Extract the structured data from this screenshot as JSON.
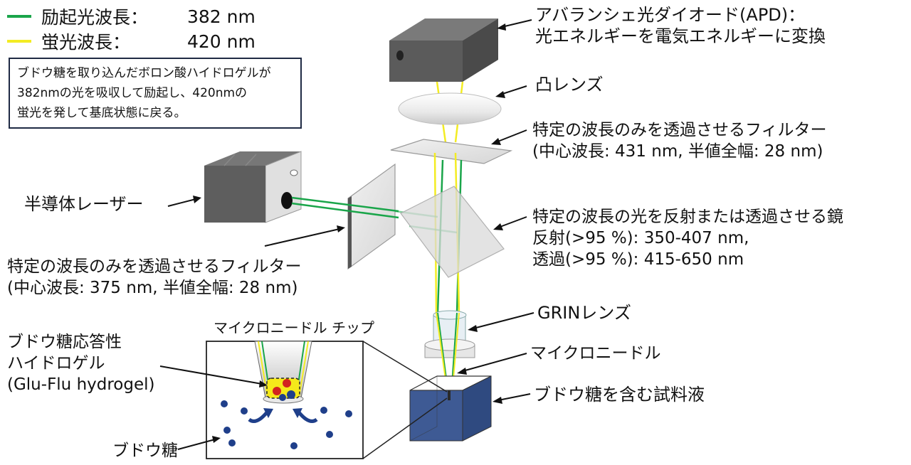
{
  "legend": {
    "excitation": {
      "label": "励起光波長：",
      "value": "382 nm",
      "color": "#1aa54a"
    },
    "fluorescence": {
      "label": "蛍光波長：",
      "value": "420 nm",
      "color": "#f3ec23"
    }
  },
  "note_lines": [
    "ブドウ糖を取り込んだボロン酸ハイドロゲルが",
    "382nmの光を吸収して励起し、420nmの",
    "蛍光を発して基底状態に戻る。"
  ],
  "labels": {
    "apd": [
      "アバランシェ光ダイオード(APD)：",
      "光エネルギーを電気エネルギーに変換"
    ],
    "convex_lens": [
      "凸レンズ"
    ],
    "filter_upper": [
      "特定の波長のみを透過させるフィルター",
      "(中心波長: 431 nm, 半値全幅: 28 nm)"
    ],
    "laser": [
      "半導体レーザー"
    ],
    "dichroic": [
      "特定の波長の光を反射または透過させる鏡",
      " 反射(>95 %): 350-407 nm,",
      " 透過(>95 %): 415-650 nm"
    ],
    "filter_lower": [
      "特定の波長のみを透過させるフィルター",
      "(中心波長: 375 nm, 半値全幅: 28 nm)"
    ],
    "grin": [
      "GRINレンズ"
    ],
    "microneedle": [
      "マイクロニードル"
    ],
    "sample": [
      "ブドウ糖を含む試料液"
    ],
    "hydrogel": [
      "ブドウ糖応答性",
      "ハイドロゲル",
      "(Glu-Flu hydrogel)"
    ],
    "tip": [
      "マイクロニードル チップ"
    ],
    "glucose": [
      "ブドウ糖"
    ]
  },
  "colors": {
    "excitation_beam": "#1aa54a",
    "fluorescence_beam": "#f3ec23",
    "device_dark": "#555555",
    "sample_fill": "#3e5a94",
    "glucose_dot": "#1f3f8a",
    "gel_fill": "#f5e91a",
    "gel_red": "#d2231f",
    "arrow_blue": "#1f3f8a"
  }
}
